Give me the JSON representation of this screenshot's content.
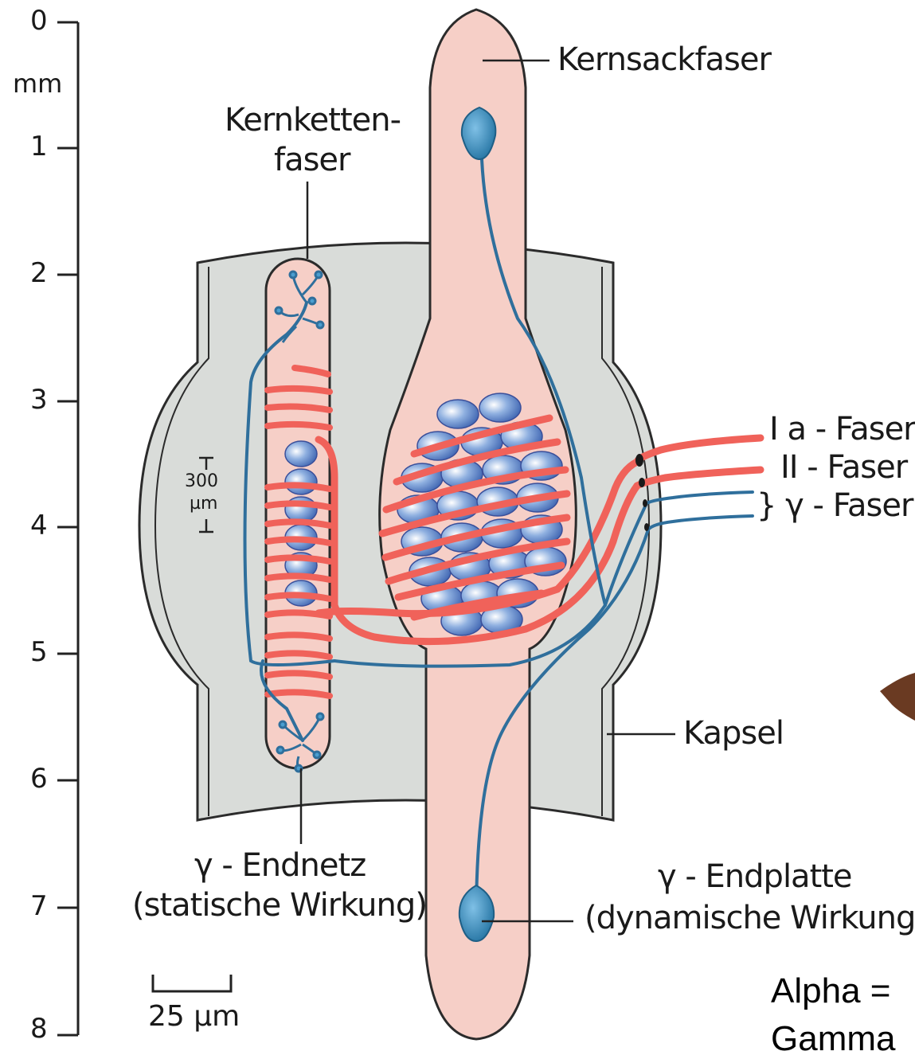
{
  "scale": {
    "unit": "mm",
    "ticks": [
      "0",
      "1",
      "2",
      "3",
      "4",
      "5",
      "6",
      "7",
      "8"
    ],
    "bar_300": "300",
    "bar_300_unit": "µm",
    "bar_25": "25 µm"
  },
  "labels": {
    "kernsackfaser": "Kernsackfaser",
    "kernketten_line1": "Kernketten-",
    "kernketten_line2": "faser",
    "ia_faser": "I a - Faser",
    "ii_faser": "II - Faser",
    "gamma_fasern": "} γ - Fasern",
    "kapsel": "Kapsel",
    "endnetz_line1": "γ - Endnetz",
    "endnetz_line2": "(statische Wirkung)",
    "endplatte_line1": "γ - Endplatte",
    "endplatte_line2": "(dynamische Wirkung)"
  },
  "notes": {
    "line1": "Alpha =",
    "line2": "Gamma"
  },
  "colors": {
    "capsule": "#d9dcd9",
    "fiber": "#f6cfc7",
    "red_nerve": "#f0625a",
    "blue_nerve": "#2f6f9c",
    "nucleus": "#5f84c8"
  }
}
